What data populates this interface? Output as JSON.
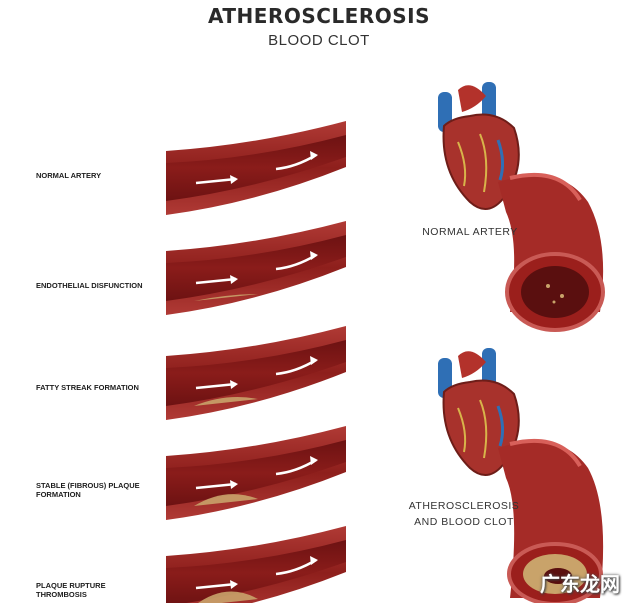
{
  "header": {
    "title": "ATHEROSCLEROSIS",
    "subtitle": "BLOOD CLOT"
  },
  "stages": [
    {
      "label": "NORMAL ARTERY",
      "plaque": 0
    },
    {
      "label": "ENDOTHELIAL DISFUNCTION",
      "plaque": 0.1
    },
    {
      "label": "FATTY STREAK FORMATION",
      "plaque": 0.35
    },
    {
      "label": "STABLE (FIBROUS) PLAQUE FORMATION",
      "plaque": 0.6
    },
    {
      "label": "PLAQUE RUPTURE THROMBOSIS",
      "plaque": 0.8
    }
  ],
  "panels": {
    "normal": {
      "caption": "NORMAL ARTERY"
    },
    "diseased": {
      "caption_line1": "ATHEROSCLEROSIS",
      "caption_line2": "AND BLOOD CLOT"
    }
  },
  "watermark": "广东龙网",
  "colors": {
    "artery_wall": "#8e1f1c",
    "artery_wall_light": "#c24a45",
    "lumen": "#7a1514",
    "plaque": "#c9a36a",
    "aorta_blue": "#2f6fb5",
    "heart": "#a8322c"
  }
}
